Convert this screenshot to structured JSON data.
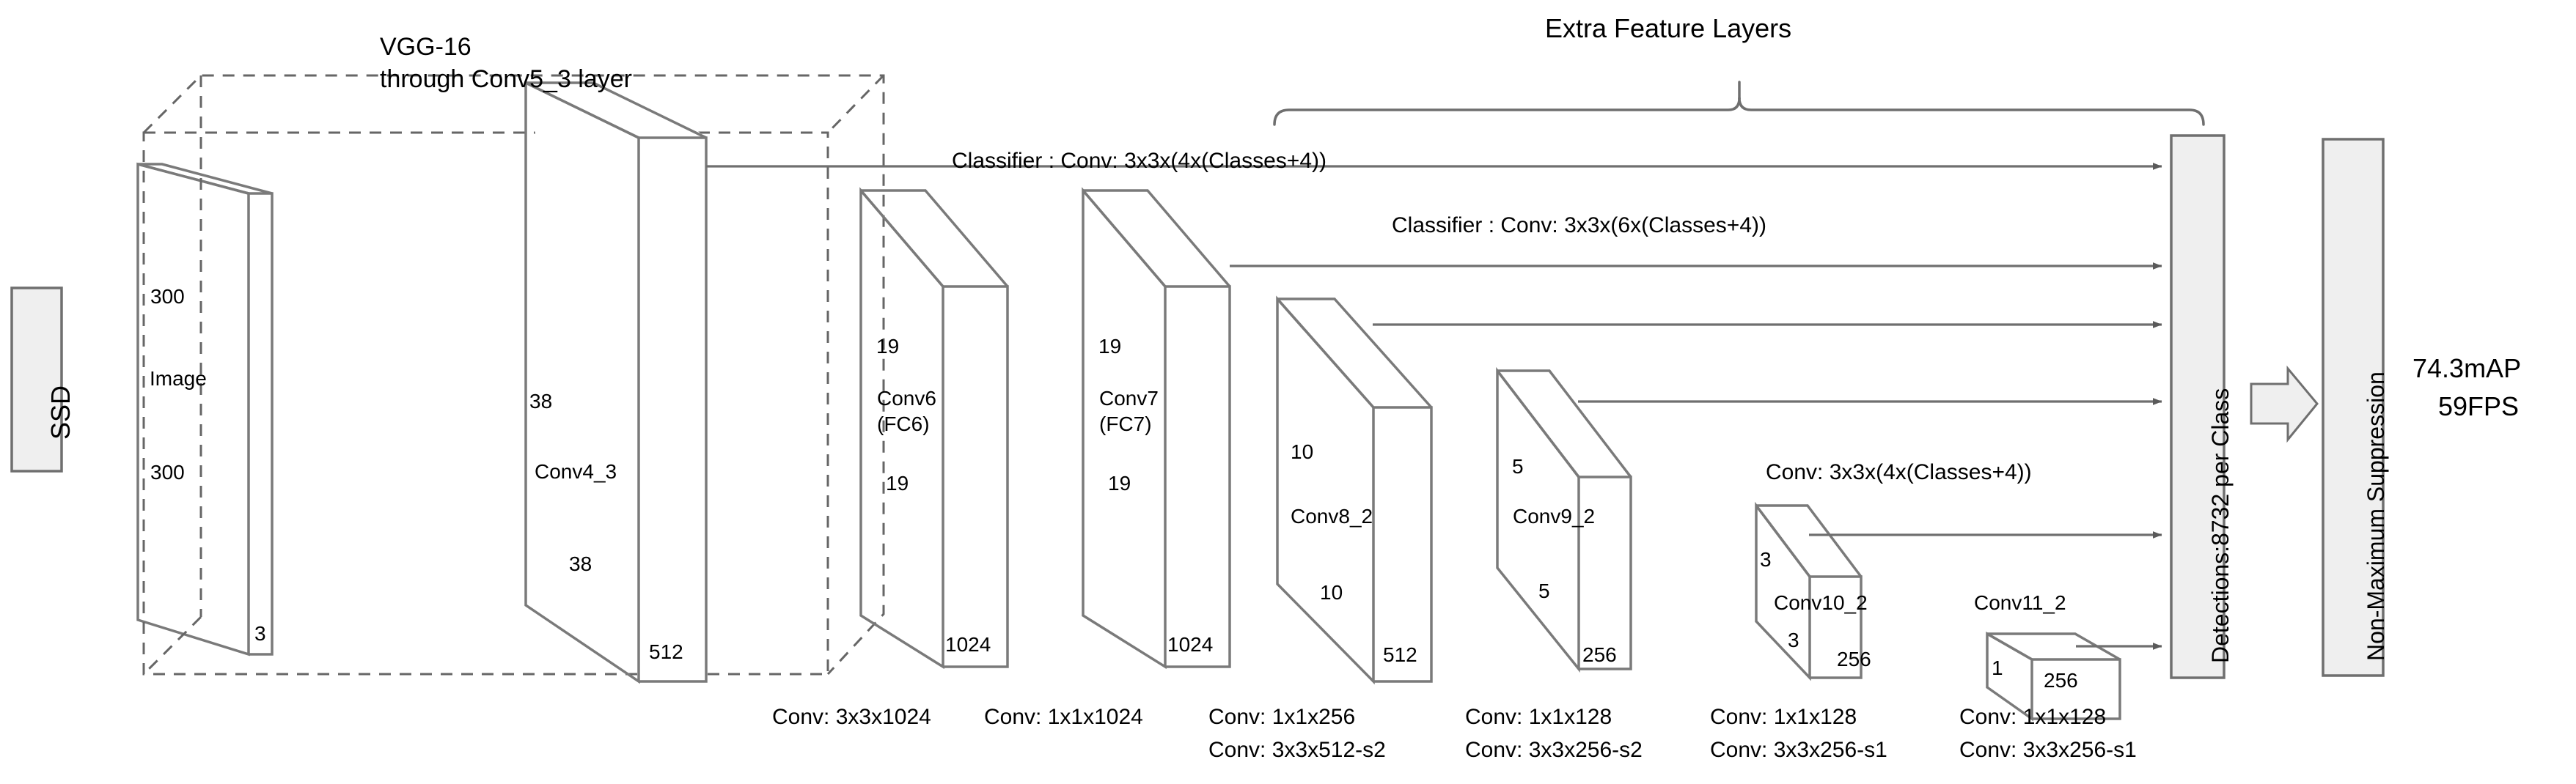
{
  "diagram": {
    "title": "SSD architecture",
    "colors": {
      "stroke": "#6f6f6f",
      "stroke_dark": "#555555",
      "box_fill": "#efefef",
      "text": "#000000",
      "background": "#ffffff"
    },
    "ssd_box": {
      "label": "SSD"
    },
    "input_image": {
      "name": "Image",
      "height": "300",
      "width": "300",
      "depth": "3"
    },
    "vgg_annotation": {
      "line1": "VGG-16",
      "line2": "through Conv5_3 layer"
    },
    "extra_feature_layers": {
      "label": "Extra Feature Layers"
    },
    "classifiers": [
      {
        "text": "Classifier : Conv: 3x3x(4x(Classes+4))"
      },
      {
        "text": "Classifier : Conv: 3x3x(6x(Classes+4))"
      },
      {
        "text": "Conv: 3x3x(4x(Classes+4))"
      }
    ],
    "blocks": [
      {
        "name": "Conv4_3",
        "sub": "",
        "h": "38",
        "w": "38",
        "d": "512"
      },
      {
        "name": "Conv6",
        "sub": "(FC6)",
        "h": "19",
        "w": "19",
        "d": "1024"
      },
      {
        "name": "Conv7",
        "sub": "(FC7)",
        "h": "19",
        "w": "19",
        "d": "1024"
      },
      {
        "name": "Conv8_2",
        "sub": "",
        "h": "10",
        "w": "10",
        "d": "512"
      },
      {
        "name": "Conv9_2",
        "sub": "",
        "h": "5",
        "w": "5",
        "d": "256"
      },
      {
        "name": "Conv10_2",
        "sub": "",
        "h": "3",
        "w": "3",
        "d": "256"
      },
      {
        "name": "Conv11_2",
        "sub": "",
        "h": "1",
        "w": "",
        "d": "256"
      }
    ],
    "bottom_captions": [
      {
        "line1": "Conv: 3x3x1024",
        "line2": ""
      },
      {
        "line1": "Conv: 1x1x1024",
        "line2": ""
      },
      {
        "line1": "Conv: 1x1x256",
        "line2": "Conv:  3x3x512-s2"
      },
      {
        "line1": "Conv: 1x1x128",
        "line2": "Conv: 3x3x256-s2"
      },
      {
        "line1": "Conv: 1x1x128",
        "line2": "Conv: 3x3x256-s1"
      },
      {
        "line1": "Conv: 1x1x128",
        "line2": "Conv: 3x3x256-s1"
      }
    ],
    "detections_box": {
      "label": "Detections:8732  per Class"
    },
    "nms_box": {
      "label": "Non-Maximum Suppression"
    },
    "results": {
      "map": "74.3mAP",
      "fps": "59FPS"
    }
  }
}
